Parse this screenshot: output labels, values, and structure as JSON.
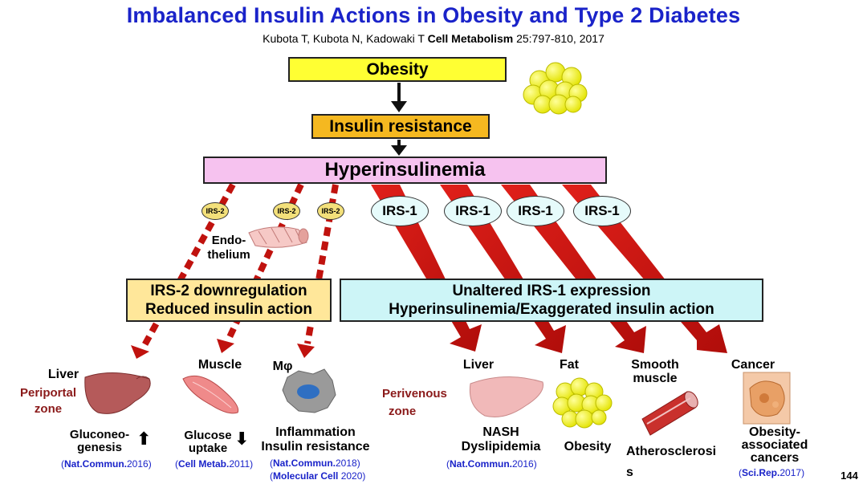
{
  "header": {
    "title": "Imbalanced Insulin Actions in Obesity and Type 2 Diabetes",
    "citation_authors": "Kubota T, Kubota N, Kadowaki T",
    "citation_journal": "Cell Metabolism",
    "citation_details": "25:797-810, 2017"
  },
  "flow": {
    "obesity": "Obesity",
    "insulin_resistance": "Insulin resistance",
    "hyperinsulinemia": "Hyperinsulinemia"
  },
  "irs2_tags": [
    "IRS-2",
    "IRS-2",
    "IRS-2"
  ],
  "irs1_tags": [
    "IRS-1",
    "IRS-1",
    "IRS-1",
    "IRS-1"
  ],
  "endothelium": {
    "line1": "Endo-",
    "line2": "thelium"
  },
  "irs2_box": {
    "line1": "IRS-2 downregulation",
    "line2": "Reduced insulin action"
  },
  "irs1_box": {
    "line1": "Unaltered IRS-1 expression",
    "line2": "Hyperinsulinemia/Exaggerated insulin action"
  },
  "left_targets": {
    "liver": {
      "name": "Liver",
      "zone1": "Periportal",
      "zone2": "zone",
      "effect1": "Gluconeo-",
      "effect2": "genesis",
      "arrow": "⬆",
      "ref_journal": "Nat.Commun.",
      "ref_year": "2016"
    },
    "muscle": {
      "name": "Muscle",
      "effect1": "Glucose",
      "effect2": "uptake",
      "arrow": "⬇",
      "ref_journal": "Cell Metab.",
      "ref_year": "2011"
    },
    "macrophage": {
      "name": "Mφ",
      "effect1": "Inflammation",
      "effect2": "Insulin resistance",
      "ref1_journal": "Nat.Commun.",
      "ref1_year": "2018",
      "ref2_journal": "Molecular Cell",
      "ref2_year": " 2020"
    }
  },
  "right_targets": {
    "liver": {
      "name": "Liver",
      "zone1": "Perivenous",
      "zone2": "zone",
      "effect1": "NASH",
      "effect2": "Dyslipidemia",
      "ref_journal": "Nat.Commun.",
      "ref_year": "2016"
    },
    "fat": {
      "name": "Fat",
      "effect": "Obesity"
    },
    "smooth_muscle": {
      "name1": "Smooth",
      "name2": "muscle",
      "effect1": "Atherosclerosi",
      "effect2": "s"
    },
    "cancer": {
      "name": "Cancer",
      "effect1": "Obesity-",
      "effect2": "associated",
      "effect3": "cancers",
      "ref_journal": "Sci.Rep.",
      "ref_year": "2017"
    }
  },
  "page_number": "144",
  "colors": {
    "title": "#1a23c9",
    "obesity_box": "#ffff33",
    "insulin_resistance_box": "#f5b820",
    "hyperinsulinemia_box": "#f6c2ef",
    "irs2_box": "#ffe79a",
    "irs1_box": "#cdf5f7",
    "arrow_red": "#c0120e",
    "zone_label": "#8b1a1a",
    "reference": "#1a23c9"
  }
}
